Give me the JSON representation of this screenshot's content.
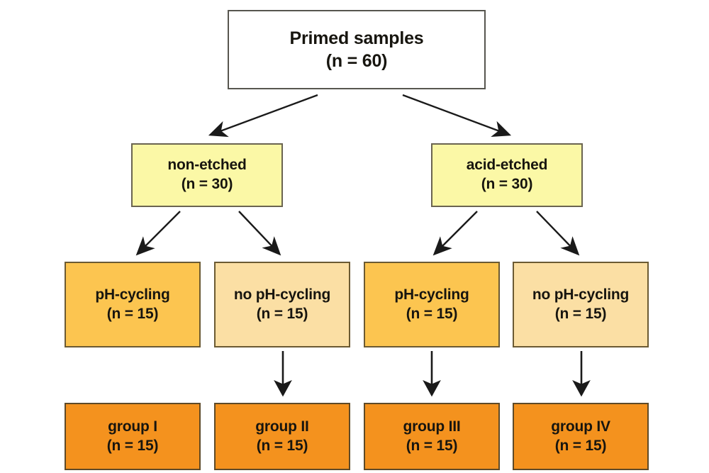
{
  "diagram": {
    "type": "flowchart",
    "title_node": {
      "name": "primed-samples",
      "title": "Primed samples",
      "count": "(n = 60)",
      "fill": "#ffffff",
      "border": "#57564f"
    },
    "levels": [
      {
        "name": "etching-level",
        "fill": "#fbf8a6",
        "border": "#6a6450",
        "nodes": [
          {
            "name": "non-etched",
            "title": "non-etched",
            "count": "(n = 30)"
          },
          {
            "name": "acid-etched",
            "title": "acid-etched",
            "count": "(n = 30)"
          }
        ]
      },
      {
        "name": "cycling-level",
        "border": "#6b5a33",
        "nodes": [
          {
            "name": "ph-cycling-1",
            "title": "pH-cycling",
            "count": "(n = 15)",
            "fill": "#fcc550"
          },
          {
            "name": "no-ph-cycling-1",
            "title": "no pH-cycling",
            "count": "(n = 15)",
            "fill": "#fbdfa4"
          },
          {
            "name": "ph-cycling-2",
            "title": "pH-cycling",
            "count": "(n = 15)",
            "fill": "#fcc550"
          },
          {
            "name": "no-ph-cycling-2",
            "title": "no pH-cycling",
            "count": "(n = 15)",
            "fill": "#fbdfa4"
          }
        ]
      },
      {
        "name": "group-level",
        "fill": "#f4921e",
        "border": "#5e4a28",
        "nodes": [
          {
            "name": "group-i",
            "title": "group I",
            "count": "(n = 15)"
          },
          {
            "name": "group-ii",
            "title": "group II",
            "count": "(n = 15)"
          },
          {
            "name": "group-iii",
            "title": "group III",
            "count": "(n = 15)"
          },
          {
            "name": "group-iv",
            "title": "group IV",
            "count": "(n = 15)"
          }
        ]
      }
    ],
    "arrow_color": "#1a1a1a"
  }
}
